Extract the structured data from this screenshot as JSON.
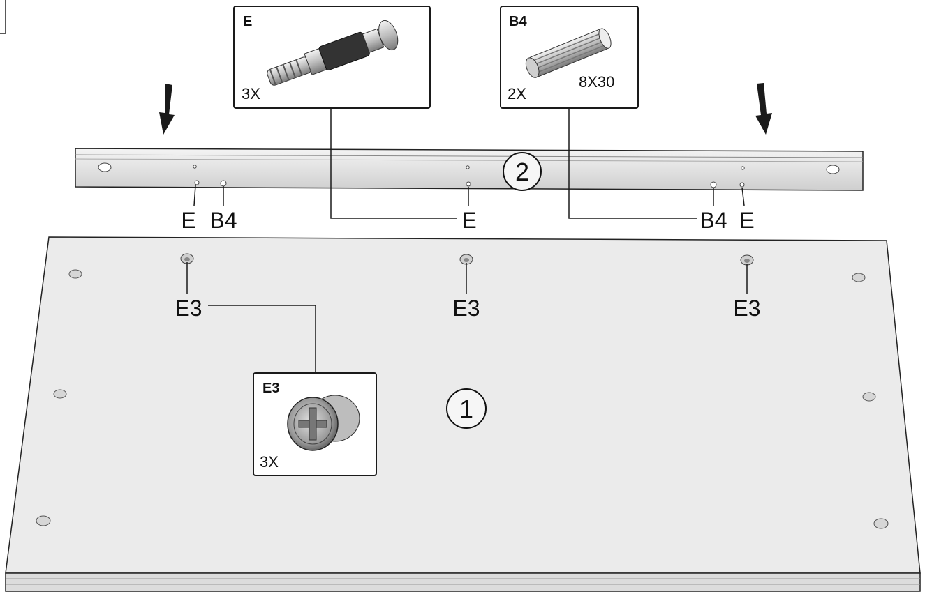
{
  "panel_1": {
    "number": "1"
  },
  "rail_2": {
    "number": "2"
  },
  "parts": {
    "E": {
      "code": "E",
      "quantity": "3X"
    },
    "B4": {
      "code": "B4",
      "quantity": "2X",
      "size": "8X30"
    },
    "E3": {
      "code": "E3",
      "quantity": "3X"
    }
  },
  "rail_labels": [
    "E",
    "B4",
    "E",
    "B4",
    "E"
  ],
  "panel_labels": [
    "E3",
    "E3",
    "E3"
  ],
  "colors": {
    "panel": "#ebebeb",
    "rail": "#e6e6e6",
    "line": "#1a1a1a"
  }
}
